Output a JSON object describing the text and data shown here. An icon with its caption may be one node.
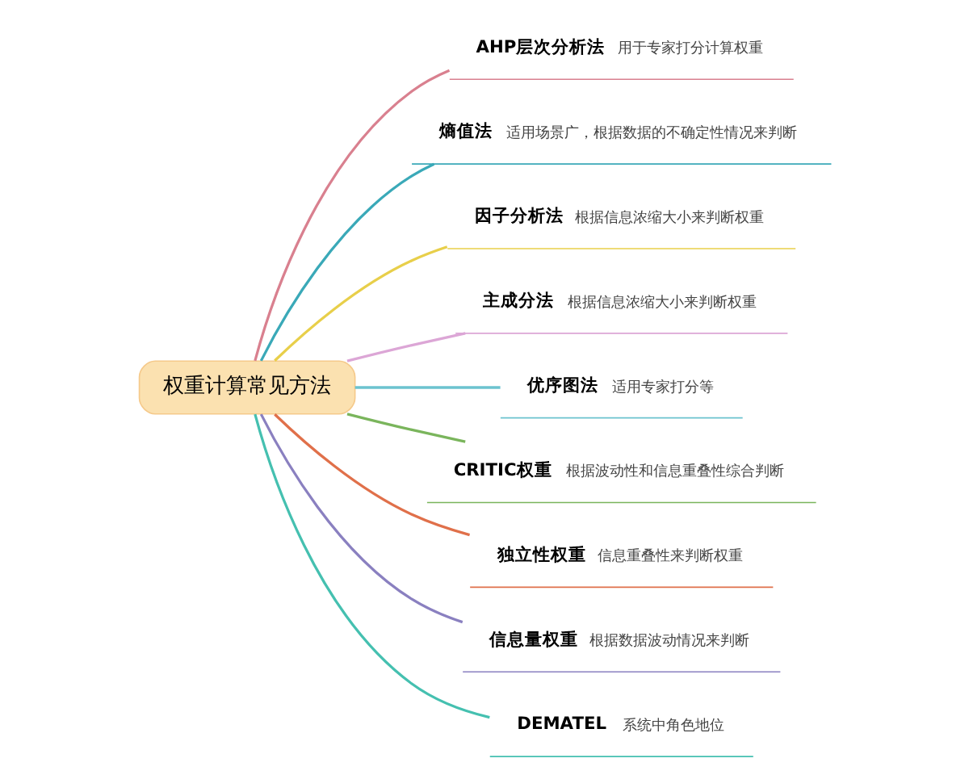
{
  "diagram": {
    "nodes": [
      {
        "text": [
          "权重计算常见方法"
        ]
      },
      {
        "text": [
          "AHP层次分析法",
          "用于专家打分计算权重"
        ]
      },
      {
        "text": [
          "熵值法",
          "适用场景广，根据数据的不确定性情况来判断"
        ]
      },
      {
        "text": [
          "因子分析法",
          "根据信息浓缩大小来判断权重"
        ]
      },
      {
        "text": [
          "主成分法",
          "根据信息浓缩大小来判断权重"
        ]
      },
      {
        "text": [
          "优序图法",
          "适用专家打分等"
        ]
      },
      {
        "text": [
          "CRITIC权重",
          "根据波动性和信息重叠性综合判断"
        ]
      },
      {
        "text": [
          "独立性权重",
          "信息重叠性来判断权重"
        ]
      },
      {
        "text": [
          "信息量权重",
          "根据数据波动情况来判断"
        ]
      },
      {
        "text": [
          "DEMATEL",
          "系统中角色地位"
        ]
      }
    ],
    "edges": [
      {
        "from": 0,
        "to": 1,
        "arrow": "none",
        "color": "#d9808f"
      },
      {
        "from": 0,
        "to": 2,
        "arrow": "none",
        "color": "#3aa9b8"
      },
      {
        "from": 0,
        "to": 3,
        "arrow": "none",
        "color": "#e8cf4a"
      },
      {
        "from": 0,
        "to": 4,
        "arrow": "none",
        "color": "#dca6d6"
      },
      {
        "from": 0,
        "to": 5,
        "arrow": "none",
        "color": "#6cc3cf"
      },
      {
        "from": 0,
        "to": 6,
        "arrow": "none",
        "color": "#7ab55c"
      },
      {
        "from": 0,
        "to": 7,
        "arrow": "none",
        "color": "#e0704a"
      },
      {
        "from": 0,
        "to": 8,
        "arrow": "none",
        "color": "#8a80c0"
      },
      {
        "from": 0,
        "to": 9,
        "arrow": "none",
        "color": "#45c0b0"
      }
    ]
  }
}
